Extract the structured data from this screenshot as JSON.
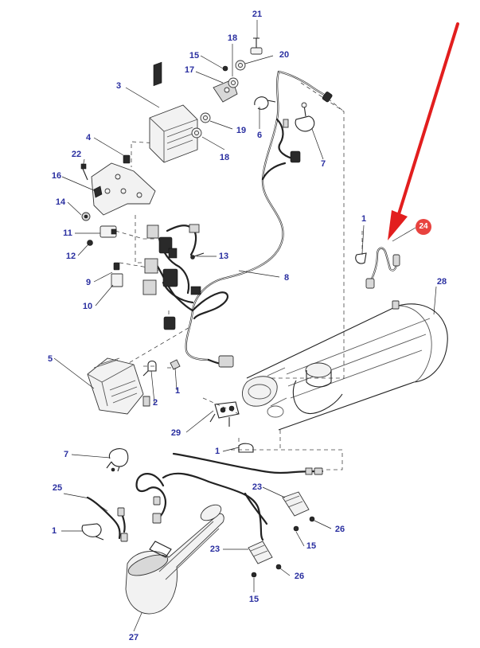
{
  "colors": {
    "callout_text": "#2a2fa0",
    "arrow": "#e21e1e",
    "highlight_badge": "#e8433f",
    "line_art": "#222222"
  },
  "callouts": [
    {
      "id": "c21",
      "label": "21"
    },
    {
      "id": "c18a",
      "label": "18"
    },
    {
      "id": "c15a",
      "label": "15"
    },
    {
      "id": "c20",
      "label": "20"
    },
    {
      "id": "c17",
      "label": "17"
    },
    {
      "id": "c3",
      "label": "3"
    },
    {
      "id": "c6",
      "label": "6"
    },
    {
      "id": "c19",
      "label": "19"
    },
    {
      "id": "c18b",
      "label": "18"
    },
    {
      "id": "c7a",
      "label": "7"
    },
    {
      "id": "c4",
      "label": "4"
    },
    {
      "id": "c22",
      "label": "22"
    },
    {
      "id": "c16",
      "label": "16"
    },
    {
      "id": "c14",
      "label": "14"
    },
    {
      "id": "c11",
      "label": "11"
    },
    {
      "id": "c12",
      "label": "12"
    },
    {
      "id": "c13",
      "label": "13"
    },
    {
      "id": "c9",
      "label": "9"
    },
    {
      "id": "c10",
      "label": "10"
    },
    {
      "id": "c8",
      "label": "8"
    },
    {
      "id": "c1a",
      "label": "1"
    },
    {
      "id": "c28",
      "label": "28"
    },
    {
      "id": "c5",
      "label": "5"
    },
    {
      "id": "c2",
      "label": "2"
    },
    {
      "id": "c1b",
      "label": "1"
    },
    {
      "id": "c29",
      "label": "29"
    },
    {
      "id": "c7b",
      "label": "7"
    },
    {
      "id": "c1c",
      "label": "1"
    },
    {
      "id": "c23a",
      "label": "23"
    },
    {
      "id": "c25",
      "label": "25"
    },
    {
      "id": "c26a",
      "label": "26"
    },
    {
      "id": "c1d",
      "label": "1"
    },
    {
      "id": "c15b",
      "label": "15"
    },
    {
      "id": "c23b",
      "label": "23"
    },
    {
      "id": "c26b",
      "label": "26"
    },
    {
      "id": "c15c",
      "label": "15"
    },
    {
      "id": "c27",
      "label": "27"
    }
  ],
  "highlight": {
    "label": "24"
  }
}
